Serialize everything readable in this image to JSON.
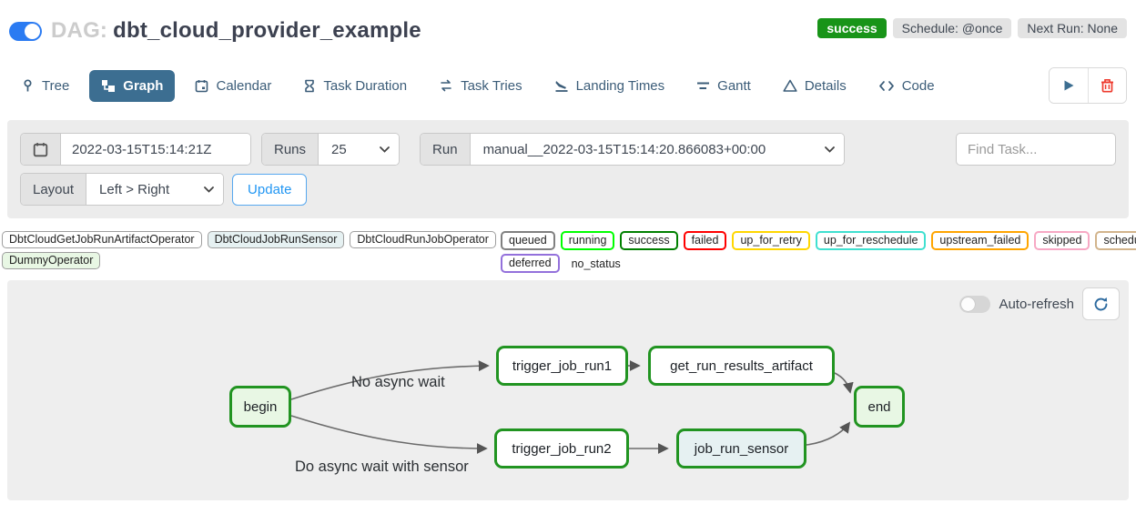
{
  "header": {
    "dag_prefix": "DAG:",
    "dag_name": "dbt_cloud_provider_example",
    "status_badge": "success",
    "schedule_badge": "Schedule: @once",
    "next_run_badge": "Next Run: None"
  },
  "tabs": [
    {
      "label": "Tree"
    },
    {
      "label": "Graph"
    },
    {
      "label": "Calendar"
    },
    {
      "label": "Task Duration"
    },
    {
      "label": "Task Tries"
    },
    {
      "label": "Landing Times"
    },
    {
      "label": "Gantt"
    },
    {
      "label": "Details"
    },
    {
      "label": "Code"
    }
  ],
  "filters": {
    "base_date_value": "2022-03-15T15:14:21Z",
    "runs_label": "Runs",
    "runs_value": "25",
    "run_label": "Run",
    "run_value": "manual__2022-03-15T15:14:20.866083+00:00",
    "find_task_placeholder": "Find Task...",
    "layout_label": "Layout",
    "layout_value": "Left > Right",
    "update_label": "Update"
  },
  "legend": {
    "operators": [
      {
        "label": "DbtCloudGetJobRunArtifactOperator",
        "color": "#ffffff"
      },
      {
        "label": "DbtCloudJobRunSensor",
        "color": "#e6f1f2"
      },
      {
        "label": "DbtCloudRunJobOperator",
        "color": "#ffffff"
      },
      {
        "label": "DummyOperator",
        "color": "#e8f7e4"
      }
    ],
    "states": [
      {
        "label": "queued",
        "color": "#808080"
      },
      {
        "label": "running",
        "color": "#00ff00"
      },
      {
        "label": "success",
        "color": "#008000"
      },
      {
        "label": "failed",
        "color": "#ff0000"
      },
      {
        "label": "up_for_retry",
        "color": "#ffd700"
      },
      {
        "label": "up_for_reschedule",
        "color": "#40e0d0"
      },
      {
        "label": "upstream_failed",
        "color": "#ffa500"
      },
      {
        "label": "skipped",
        "color": "#f7a8c4"
      },
      {
        "label": "scheduled",
        "color": "#d2b48c"
      },
      {
        "label": "deferred",
        "color": "#9370db"
      },
      {
        "label": "no_status",
        "color": "transparent"
      }
    ]
  },
  "graph": {
    "auto_refresh_label": "Auto-refresh",
    "border_color": "#219421",
    "nodes": [
      {
        "id": "begin",
        "label": "begin",
        "fill": "#e8f7e4"
      },
      {
        "id": "trigger_job_run1",
        "label": "trigger_job_run1",
        "fill": "#ffffff"
      },
      {
        "id": "get_run_results_artifact",
        "label": "get_run_results_artifact",
        "fill": "#ffffff"
      },
      {
        "id": "end",
        "label": "end",
        "fill": "#e8f7e4"
      },
      {
        "id": "trigger_job_run2",
        "label": "trigger_job_run2",
        "fill": "#ffffff"
      },
      {
        "id": "job_run_sensor",
        "label": "job_run_sensor",
        "fill": "#e6f1f2"
      }
    ],
    "edge_labels": [
      "No async wait",
      "Do async wait with sensor"
    ]
  },
  "colors": {
    "active_tab": "#3c6e91",
    "success_badge": "#189418",
    "update_blue": "#2196f3",
    "toggle_on": "#2b7bf2",
    "trash_red": "#ee3b2f"
  }
}
